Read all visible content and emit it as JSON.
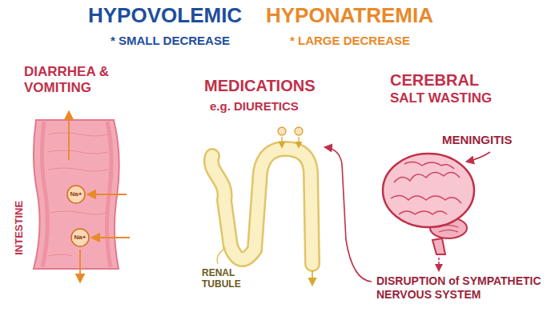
{
  "diagram": {
    "labels": [
      "HYPOVOLEMIC",
      "HYPONATREMIA",
      "* SMALL DECREASE",
      "* LARGE DECREASE",
      "DIARRHEA & VOMITING",
      "INTESTINE",
      "Na+",
      "Na+",
      "MEDICATIONS",
      "e.g. DIURETICS",
      "RENAL TUBULE",
      "CEREBRAL",
      "SALT WASTING",
      "MENINGITIS",
      "DISRUPTION of SYMPATHETIC NERVOUS SYSTEM"
    ]
  }
}
